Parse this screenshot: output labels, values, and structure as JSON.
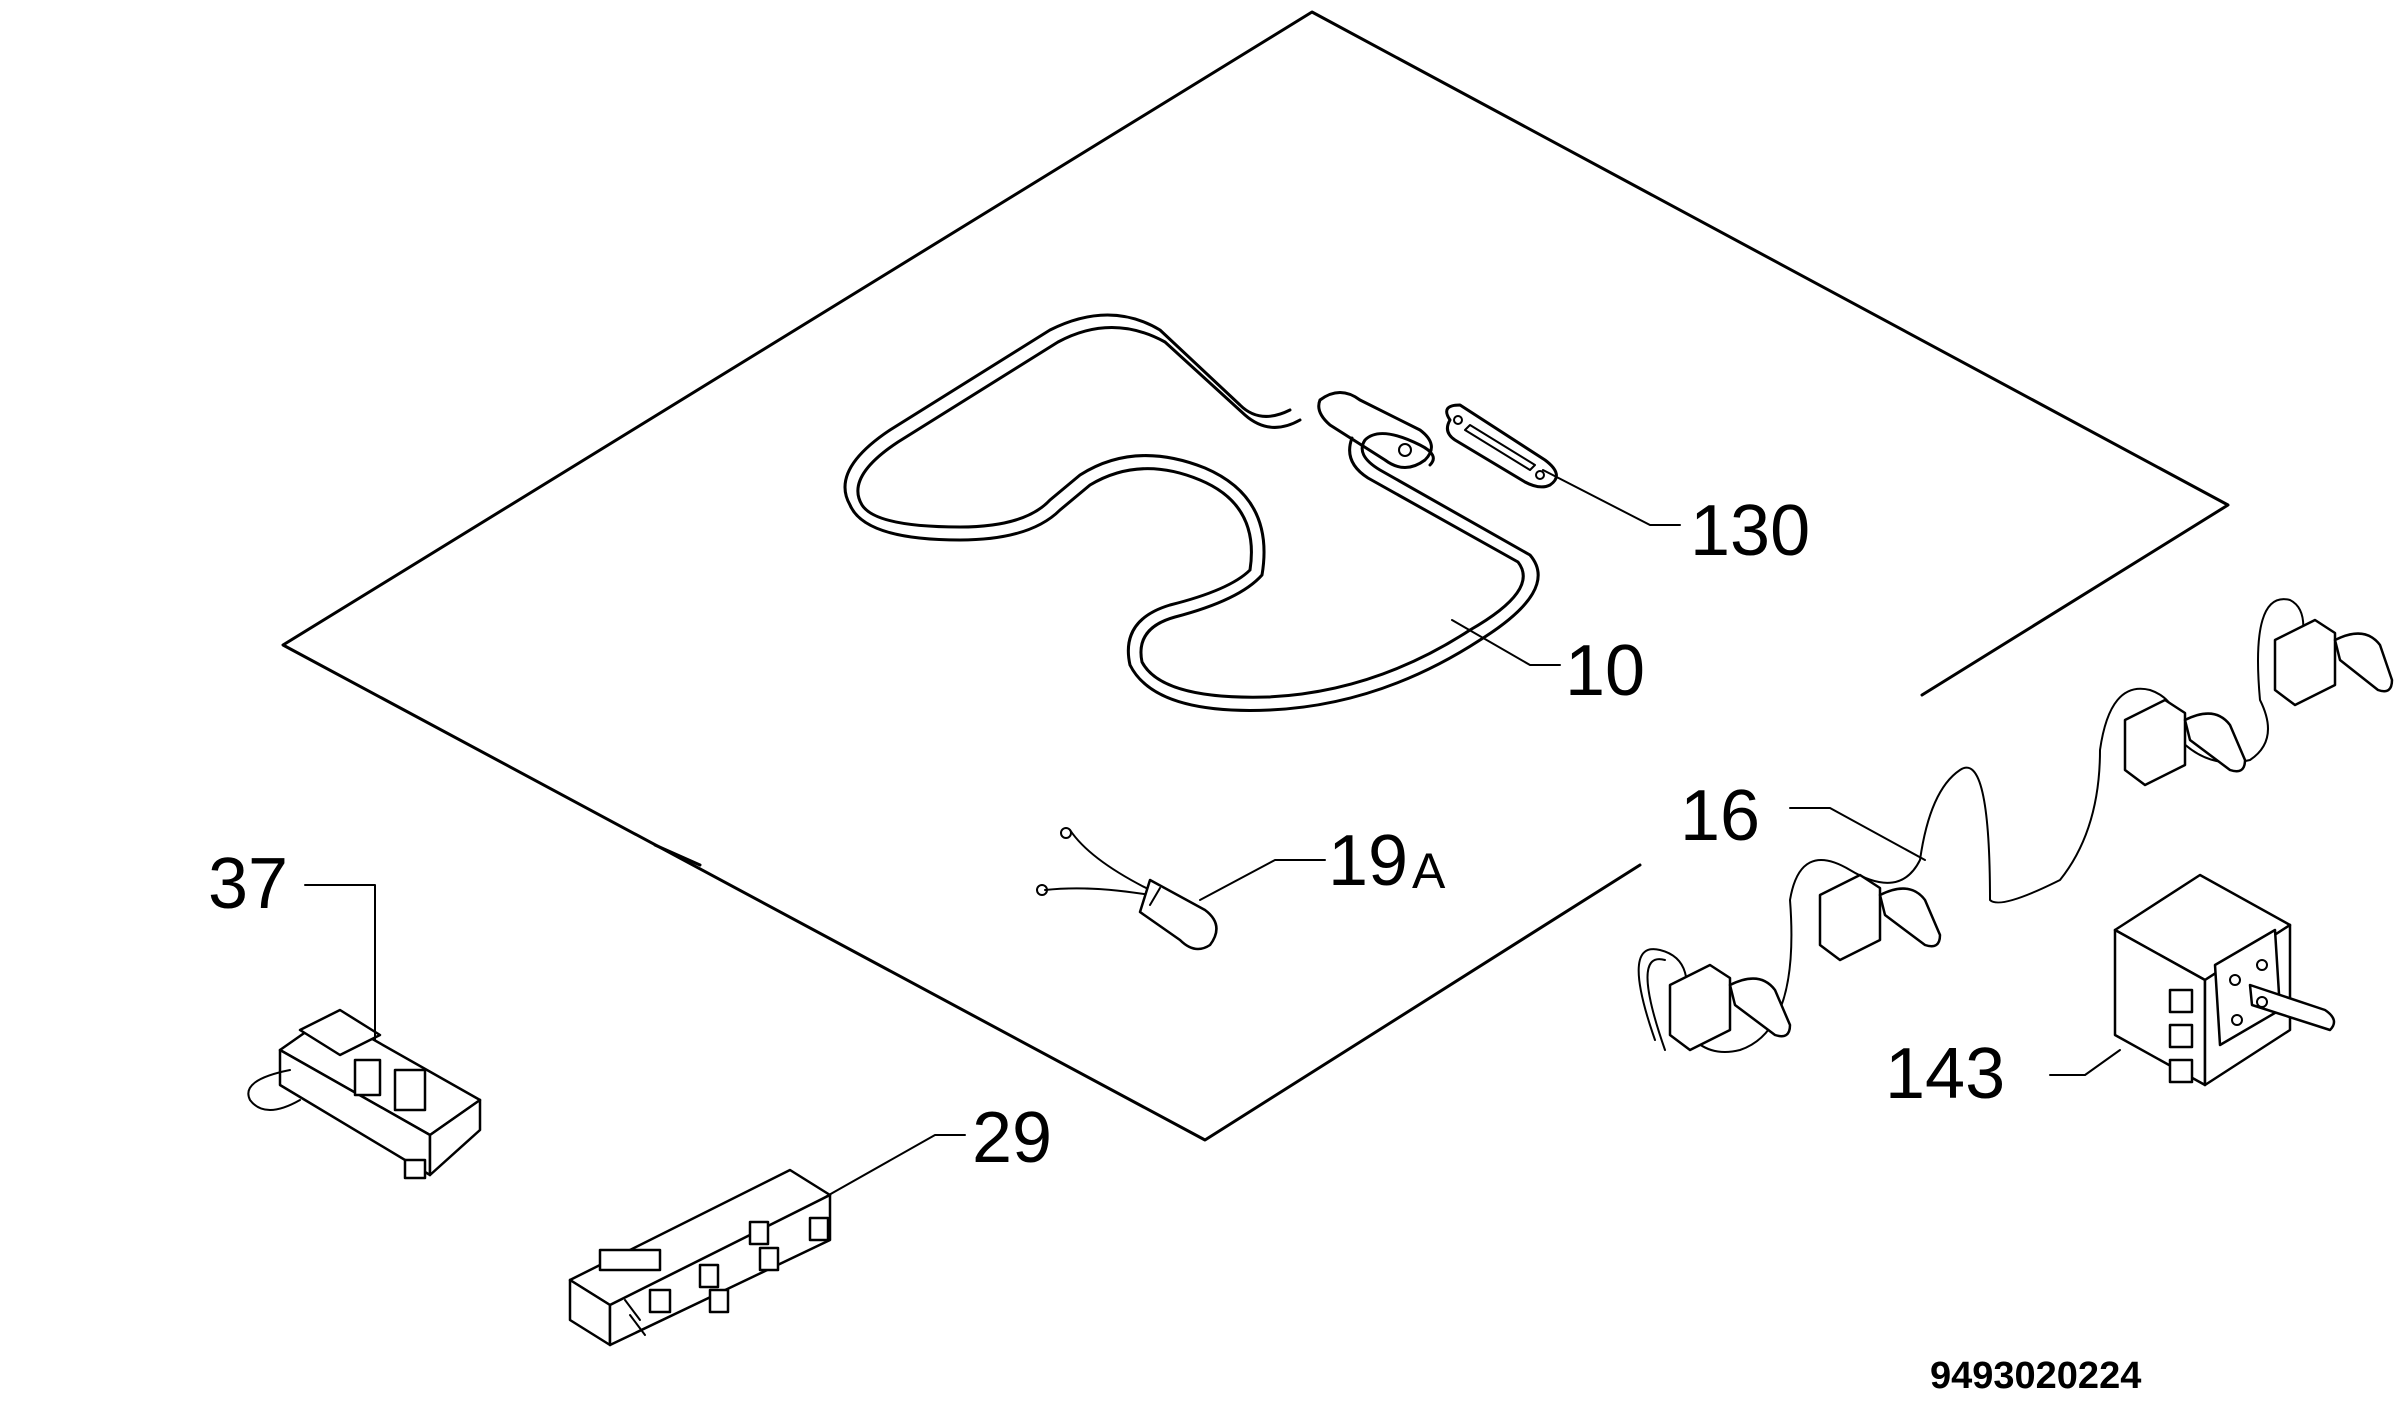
{
  "labels": {
    "p130": "130",
    "p10": "10",
    "p16": "16",
    "p19": "19",
    "p19_suffix": "A",
    "p37": "37",
    "p29": "29",
    "p143": "143"
  },
  "diagram_code": "9493020224"
}
